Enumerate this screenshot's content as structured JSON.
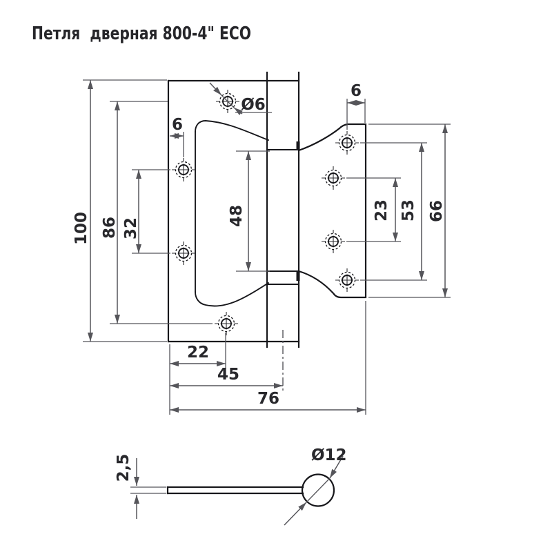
{
  "title": "Петля  дверная 800-4\" ECO",
  "colors": {
    "background": "#ffffff",
    "part_line": "#17171b",
    "dimension_line": "#55555a",
    "text": "#28282c"
  },
  "dims": {
    "total_height": "100",
    "outer_holes_span": "86",
    "left_holes_span": "32",
    "knuckle_segment": "48",
    "left_hole_edge_offset": "6",
    "top_hole_diameter": "Ø6",
    "right_hole_edge_offset": "6",
    "right_inner_span": "23",
    "right_outer_span": "53",
    "right_leaf_height": "66",
    "bottom_hole_offset": "22",
    "pin_axis_offset": "45",
    "total_width": "76",
    "leaf_thickness": "2,5",
    "knuckle_diameter": "Ø12"
  }
}
